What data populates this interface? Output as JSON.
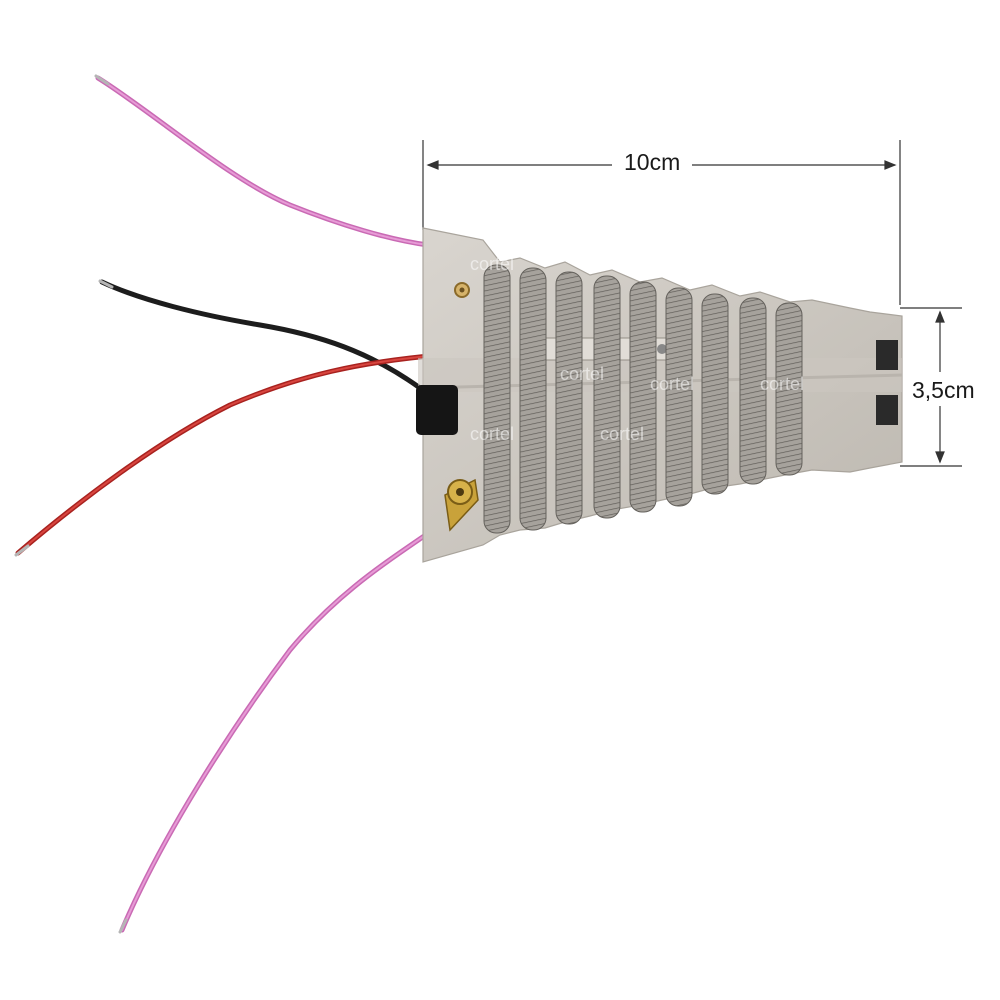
{
  "image": {
    "subject": "heating-element-with-coil-and-wires",
    "background_color": "#ffffff"
  },
  "dimensions": {
    "width_label": "10cm",
    "height_label": "3,5cm"
  },
  "watermark": {
    "text": "cortel"
  },
  "colors": {
    "mica_plate": "#cfcac3",
    "coil": "#9a9791",
    "pink_wire": "#d977c2",
    "red_wire": "#c9302c",
    "black_wire": "#1d1d1d",
    "brass_terminal": "#c9a23a"
  }
}
